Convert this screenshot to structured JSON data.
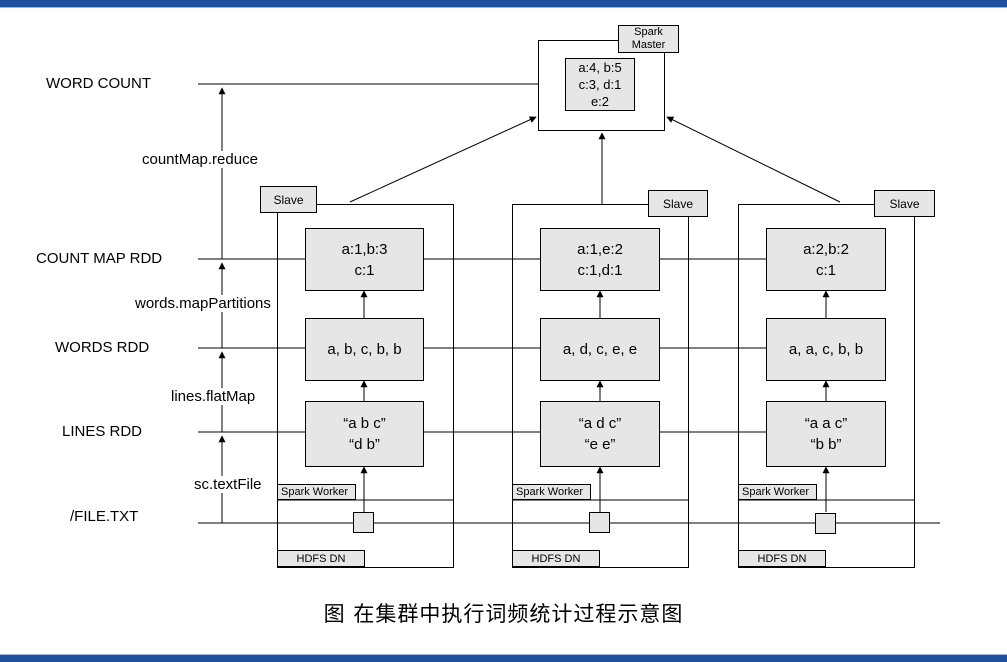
{
  "diagram": {
    "stage_labels": {
      "word_count": "WORD  COUNT",
      "count_map_rdd": "COUNT MAP RDD",
      "words_rdd": "WORDS RDD",
      "lines_rdd": "LINES RDD",
      "file_txt": "/FILE.TXT"
    },
    "operations": {
      "reduce": "countMap.reduce",
      "map_partitions": "words.mapPartitions",
      "flat_map": "lines.flatMap",
      "text_file": "sc.textFile"
    },
    "master": {
      "label_line1": "Spark",
      "label_line2": "Master",
      "result_line1": "a:4, b:5",
      "result_line2": "c:3, d:1",
      "result_line3": "e:2"
    },
    "slaves": [
      {
        "slave_label": "Slave",
        "count_map_line1": "a:1,b:3",
        "count_map_line2": "c:1",
        "words": "a, b, c, b, b",
        "lines_line1": "“a b c”",
        "lines_line2": "“d b”",
        "worker_label": "Spark Worker",
        "hdfs_label": "HDFS DN"
      },
      {
        "slave_label": "Slave",
        "count_map_line1": "a:1,e:2",
        "count_map_line2": "c:1,d:1",
        "words": "a, d, c, e, e",
        "lines_line1": "“a d c”",
        "lines_line2": "“e e”",
        "worker_label": "Spark Worker",
        "hdfs_label": "HDFS DN"
      },
      {
        "slave_label": "Slave",
        "count_map_line1": "a:2,b:2",
        "count_map_line2": "c:1",
        "words": "a, a, c, b, b",
        "lines_line1": "“a a c”",
        "lines_line2": "“b b”",
        "worker_label": "Spark Worker",
        "hdfs_label": "HDFS DN"
      }
    ],
    "caption": "图 在集群中执行词频统计过程示意图"
  }
}
